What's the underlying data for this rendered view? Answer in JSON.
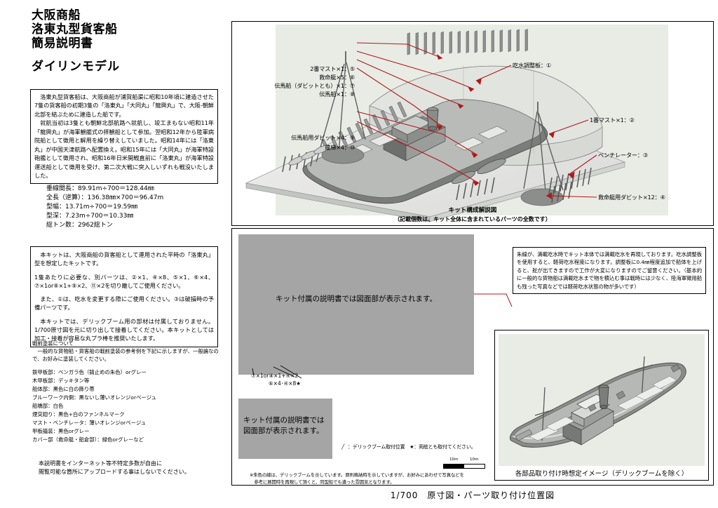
{
  "title": {
    "line1": "大阪商船",
    "line2": "洛東丸型貨客船",
    "line3": "簡易説明書",
    "brand": "ダイリンモデル"
  },
  "history_box": {
    "paragraph1": "洛東丸型貨客船は、大阪商船が浦賀船渠に昭和10年頃に建造させた7隻の貨客船の初期3隻の「洛東丸」「大同丸」「龍興丸」で、大阪-朝鮮北部を結ぶために建造した船です。",
    "paragraph2": "就航当初は3隻とも朝鮮北部航路へ就航し、竣工まもない昭和11年「龍興丸」が海軍観艦式の拝観船として参加。翌昭和12年から陸軍病院船として徴用と解用を繰り替えしていました。昭和14年には「洛東丸」が中国天津航路へ配置換え。昭和15年には「大同丸」が海軍特設砲艦として徴用され、昭和16年日米開戦直前に「洛東丸」が海軍特設運送船として徴用を受け、第二次大戦に突入しいずれも戦没いたしました。"
  },
  "specs": [
    "垂線間長：89.91m÷700＝128.44㎜",
    "全長（逆算）：136.38㎜×700＝96.47m",
    "型幅：13.71m÷700＝19.59㎜",
    "型深：7.23m÷700＝10.33㎜",
    "総トン数：2962総トン"
  ],
  "kit_box": {
    "paragraph1": "本キットは、大阪商船の貨客船として運用された平時の「洛東丸」型を想定したキットです。",
    "paragraph2": "1隻あたりに必要な、別パーツは、②×1、④×8、⑤×1、⑥×4、⑦×1or⑧×1+⑨×2、⑪×2を切り離してご使用ください。",
    "paragraph3": "また、①は、吃水を変更する際にご使用ください。③は破損時の予備パーツです。",
    "paragraph4": "本キットでは、デリックブーム用の部材は付属しておりません。1/700原寸図を元に切り出して接着してください。本キットとしては加工・接着が容易な丸プラ棒を推奨いたします。"
  },
  "paint": {
    "heading": "戦前塗装について",
    "heading_note": "一般的な貨物船・貨客船の戦前塗装の参考例を下記に示しますが、一般論なので、お好みに塗装してください。",
    "items": [
      "鉄甲板部：ベンガラ色（錆止めの朱色）orグレー",
      "木甲板部：デッキタン等",
      "船体部：黒色に白の飾り帯",
      "ブルーワーク内側：黒ないし薄いオレンジorベージュ",
      "船橋部：白色",
      "煙突廻り：黒色+白のファンネルマーク",
      "マスト・ベンチレータ：薄いオレンジorベージュ",
      "甲板艤装：黒色orグレー",
      "カバー部（救命艇・船倉部）：緑色orグレーなど"
    ]
  },
  "notice": {
    "line1": "本説明書をインターネット等不特定多数が自由に",
    "line2": "閲覧可能な箇所にアップロードする事はしないでください。"
  },
  "kit_diagram": {
    "labels_left": [
      "2番マスト×1：⑤",
      "救命艇×5：⑥",
      "伝馬船（ダビットとも）×1：⑦",
      "伝馬船×1：⑧",
      "伝馬船用ダビット×4：⑨",
      "舷梯×4：⑩"
    ],
    "labels_right": [
      "吃水調整板：①",
      "1番マスト×1：②",
      "ベンチレーター：③",
      "救命艇用ダビット×12：④"
    ],
    "caption_main": "キット構成解説図",
    "caption_sub": "（記載個数は、キット全体に含まれているパーツの全数です）"
  },
  "draft_box": {
    "text": "朱線が、満載吃水時でキット本体では満載吃水を再現しております。吃水調整板を使用すると、軽荷吃水程度になります。調整板に0.4㎜程度追加で船体を上げると、舵が出てきますので工作が大変になりますのでご留意ください。（基本的に一般的な貨物船は満載吃水まで物を積込む事は戦時には少なく、陸海軍徴用船も残った写真などでは軽荷吃水状態の物が多いです）"
  },
  "plan_area": {
    "gray_note_upper": "キット付属の説明書では図面部が表示されます。",
    "gray_note_lower": "キット付属の説明書では図面部が表示されます。",
    "parts_annot_1": "⑦×1or⑧×1+④×2",
    "parts_annot_2": "⑥×4･④×8★",
    "legend": "：デリックブーム取付位置　★：両舷とも取付てください。",
    "legend_slash_icon": "slash-icon",
    "scalebar": {
      "label1": "10m",
      "label2": "10m"
    },
    "footnote_line1": "※朱色の線は、デリックブームを示しています。原則格納時を示していますが、お好みにあわせて写真などを",
    "footnote_line2": "参考に展開時を再現して頂くと、同型船でも違った雰囲気となります。",
    "plan_title": "1/700　原寸図・パーツ取り付け位置図"
  },
  "photo_panel": {
    "caption": "各部品取り付け時想定イメージ（デリックブームを除く）"
  },
  "colors": {
    "annot_red": "#b01818",
    "diagram_bg": "#e8ece4",
    "gray_block": "#a5a5a5",
    "hull_gray": "#6e7073",
    "deck_light": "#d8dad6"
  }
}
